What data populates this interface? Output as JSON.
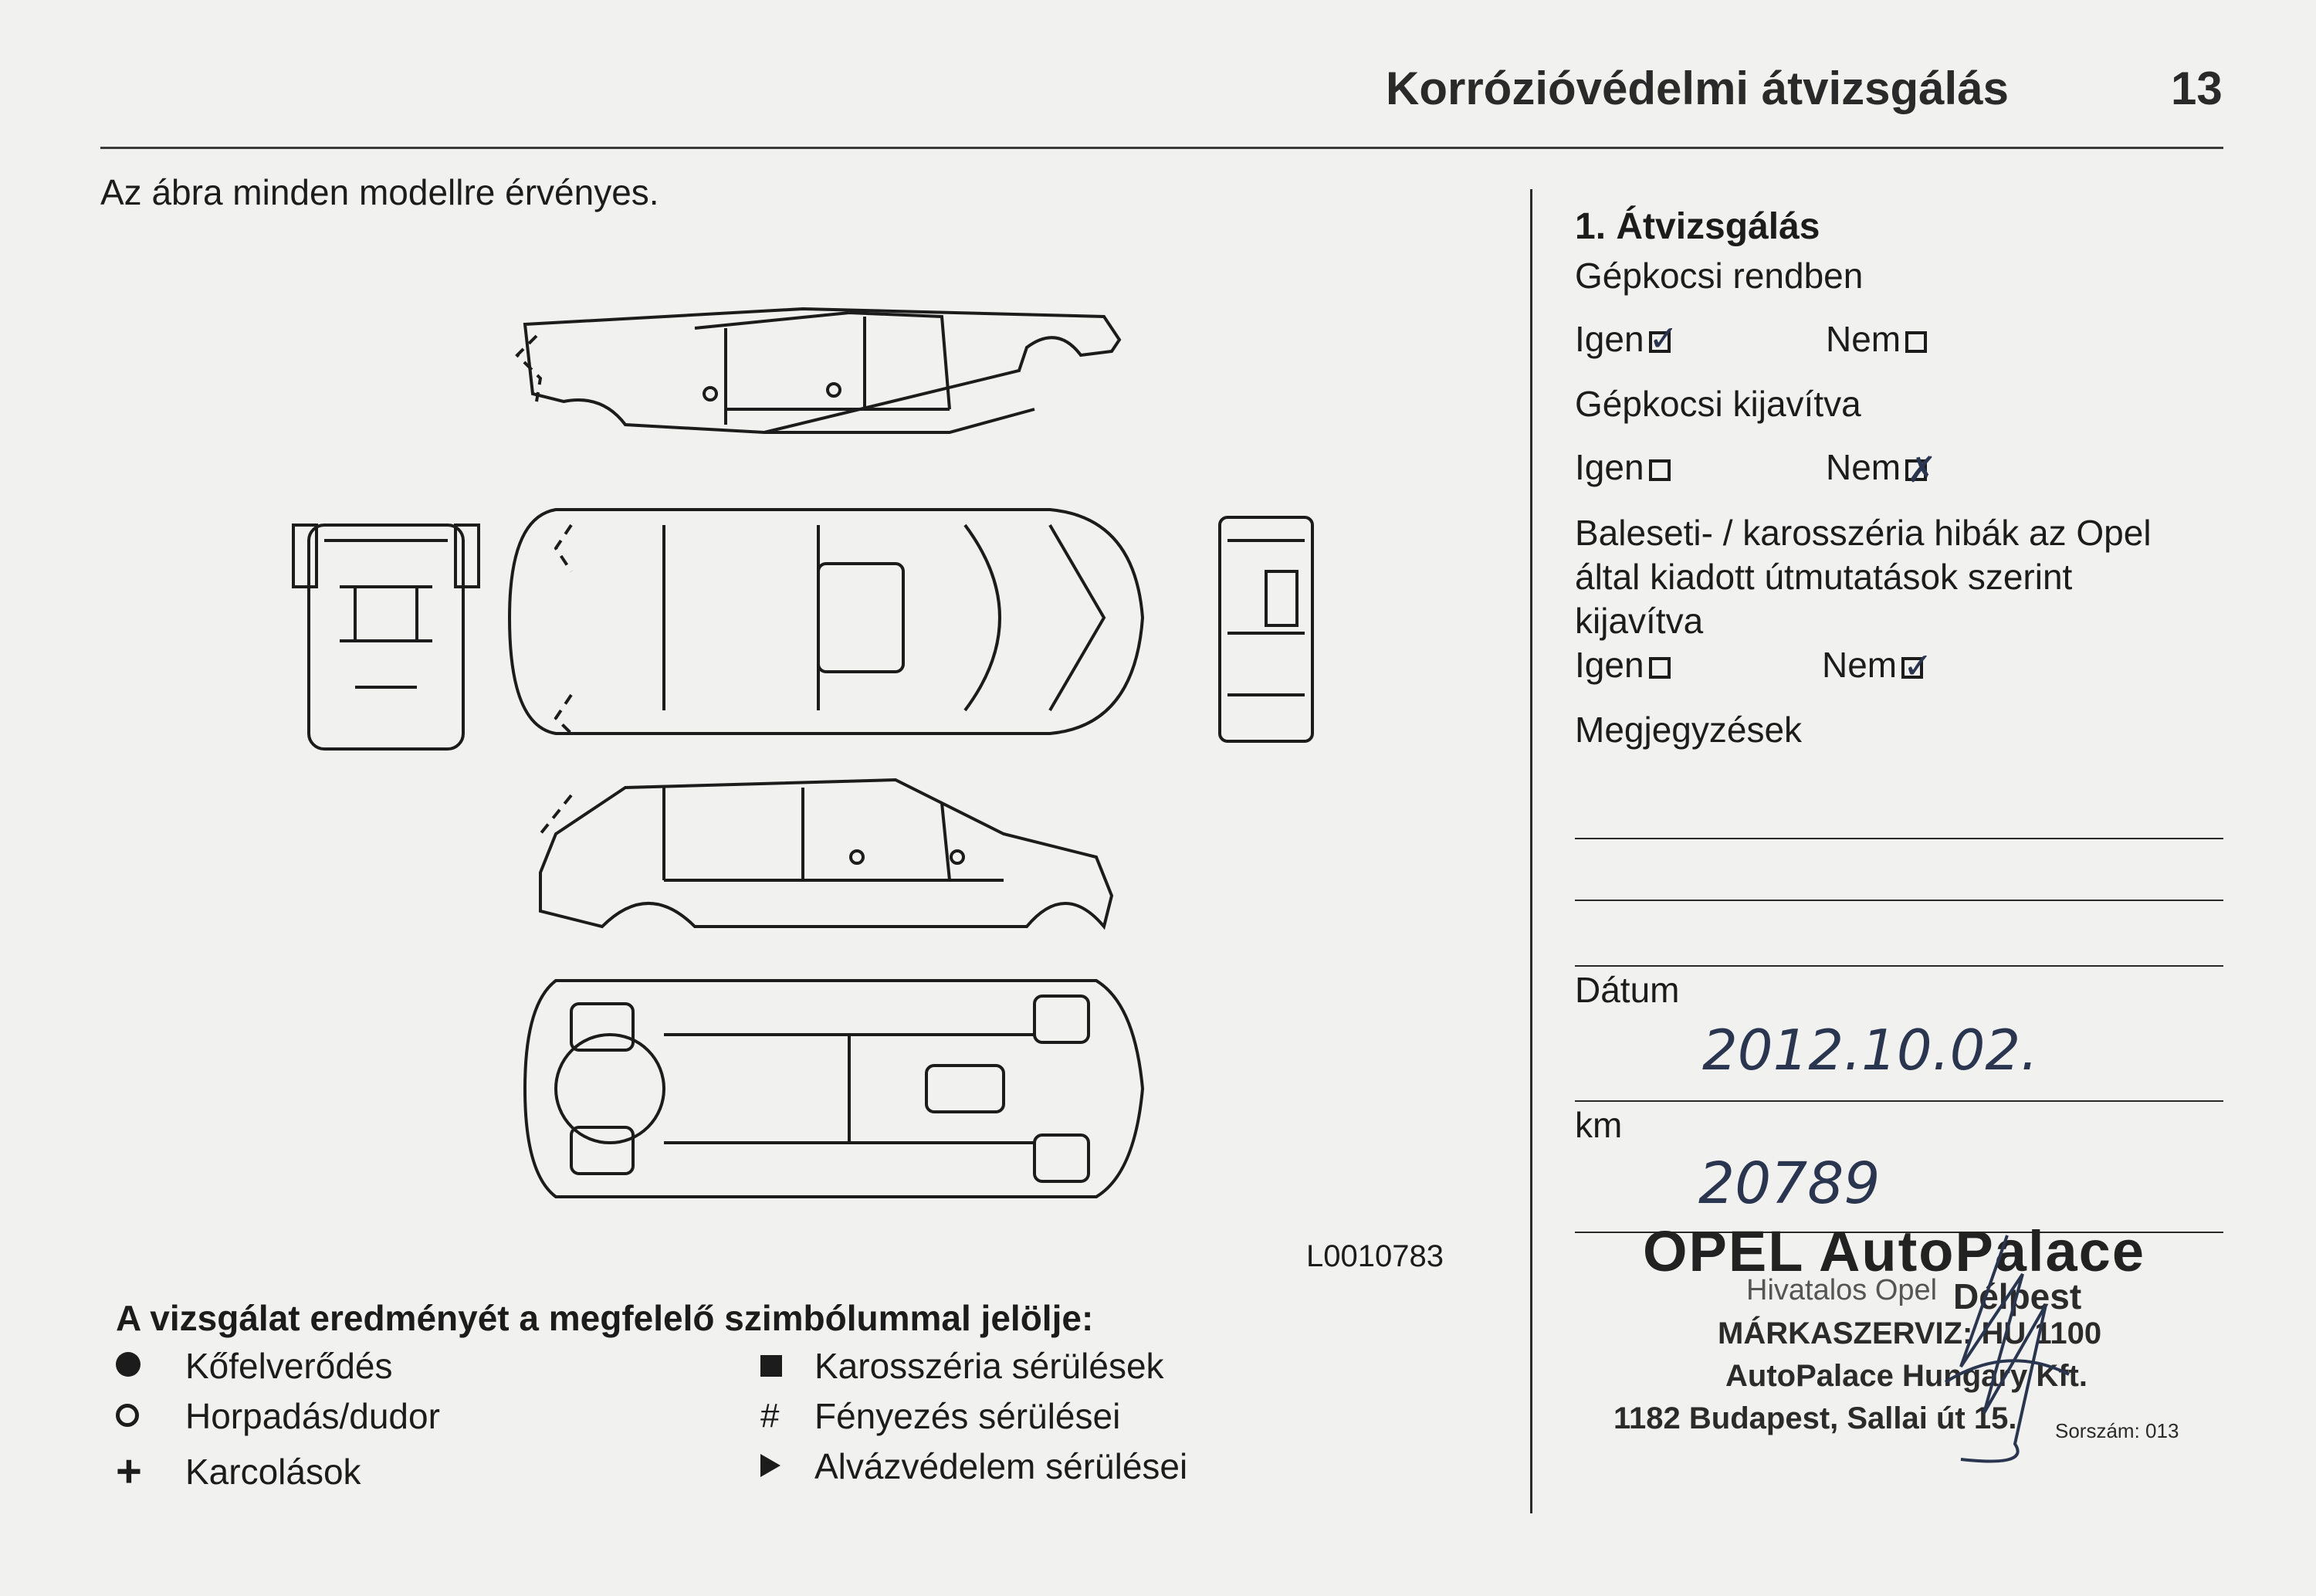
{
  "header": {
    "title": "Korrózióvédelmi átvizsgálás",
    "page_number": "13"
  },
  "intro_text": "Az ábra minden modellre érvényes.",
  "figure_ref": "L0010783",
  "legend": {
    "title": "A vizsgálat eredményét a megfelelő szimbólummal jelölje:",
    "left_items": [
      {
        "symbol": "filled-circle",
        "label": "Kőfelverődés"
      },
      {
        "symbol": "open-circle",
        "label": "Horpadás/dudor"
      },
      {
        "symbol": "+",
        "label": "Karcolások"
      }
    ],
    "right_items": [
      {
        "symbol": "filled-square",
        "label": "Karosszéria sérülések"
      },
      {
        "symbol": "#",
        "label": "Fényezés sérülései"
      },
      {
        "symbol": "triangle",
        "label": "Alvázvédelem sérülései"
      }
    ]
  },
  "inspection": {
    "title": "1. Átvizsgálás",
    "q1": "Gépkocsi rendben",
    "q1_yes": "Igen",
    "q1_no": "Nem",
    "q2": "Gépkocsi kijavítva",
    "q2_yes": "Igen",
    "q2_no": "Nem",
    "q3_line1": "Baleseti- / karosszéria hibák az Opel",
    "q3_line2": "által kiadott útmutatások szerint",
    "q3_line3": "kijavítva",
    "q3_yes": "Igen",
    "q3_no": "Nem",
    "notes_label": "Megjegyzések",
    "date_label": "Dátum",
    "date_value": "2012.10.02.",
    "km_label": "km",
    "km_value": "20789"
  },
  "stamp": {
    "brand": "OPEL AutoPalace",
    "official": "Hivatalos Opel",
    "district": "Délpest",
    "service": "MÁRKASZERVIZ: HU 1100",
    "company": "AutoPalace Hungary Kft.",
    "address": "1182 Budapest, Sallai út 15.",
    "serial": "Sorszám: 013"
  }
}
